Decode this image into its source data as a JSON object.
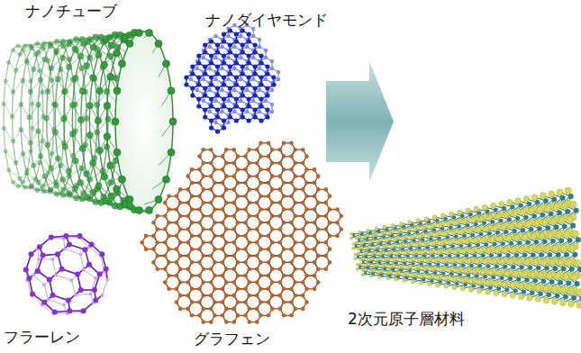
{
  "diagram": {
    "labels": [
      "ナノチューブ",
      "ナノダイヤモンド",
      "フラーレン",
      "グラフェン",
      "2次元原子層材料"
    ]
  }
}
